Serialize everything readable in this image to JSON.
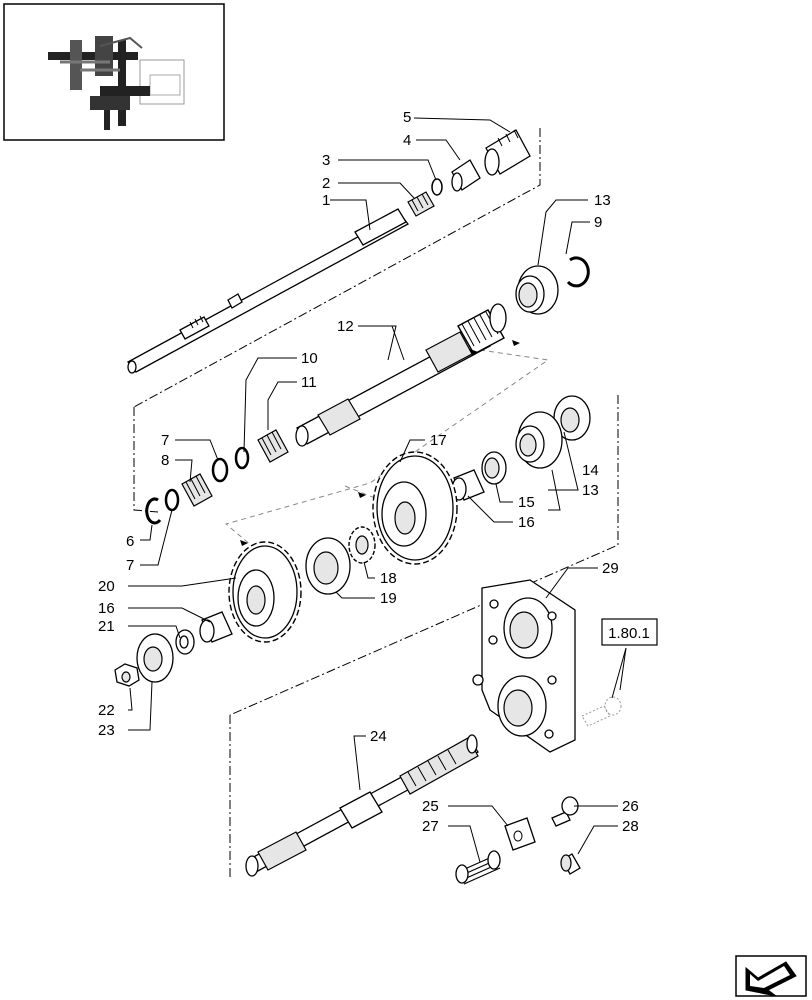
{
  "callouts": [
    {
      "id": "c1",
      "text": "1"
    },
    {
      "id": "c2",
      "text": "2"
    },
    {
      "id": "c3",
      "text": "3"
    },
    {
      "id": "c4",
      "text": "4"
    },
    {
      "id": "c5",
      "text": "5"
    },
    {
      "id": "c6",
      "text": "6"
    },
    {
      "id": "c7a",
      "text": "7"
    },
    {
      "id": "c7b",
      "text": "7"
    },
    {
      "id": "c8",
      "text": "8"
    },
    {
      "id": "c9",
      "text": "9"
    },
    {
      "id": "c10",
      "text": "10"
    },
    {
      "id": "c11",
      "text": "11"
    },
    {
      "id": "c12",
      "text": "12"
    },
    {
      "id": "c13a",
      "text": "13"
    },
    {
      "id": "c13b",
      "text": "13"
    },
    {
      "id": "c14",
      "text": "14"
    },
    {
      "id": "c15",
      "text": "15"
    },
    {
      "id": "c16a",
      "text": "16"
    },
    {
      "id": "c16b",
      "text": "16"
    },
    {
      "id": "c17",
      "text": "17"
    },
    {
      "id": "c18",
      "text": "18"
    },
    {
      "id": "c19",
      "text": "19"
    },
    {
      "id": "c20",
      "text": "20"
    },
    {
      "id": "c21",
      "text": "21"
    },
    {
      "id": "c22",
      "text": "22"
    },
    {
      "id": "c23",
      "text": "23"
    },
    {
      "id": "c24",
      "text": "24"
    },
    {
      "id": "c25",
      "text": "25"
    },
    {
      "id": "c26",
      "text": "26"
    },
    {
      "id": "c27",
      "text": "27"
    },
    {
      "id": "c28",
      "text": "28"
    },
    {
      "id": "c29",
      "text": "29"
    }
  ],
  "reference_box": {
    "text": "1.80.1"
  },
  "nav_icon": "next-page-arrow-icon"
}
